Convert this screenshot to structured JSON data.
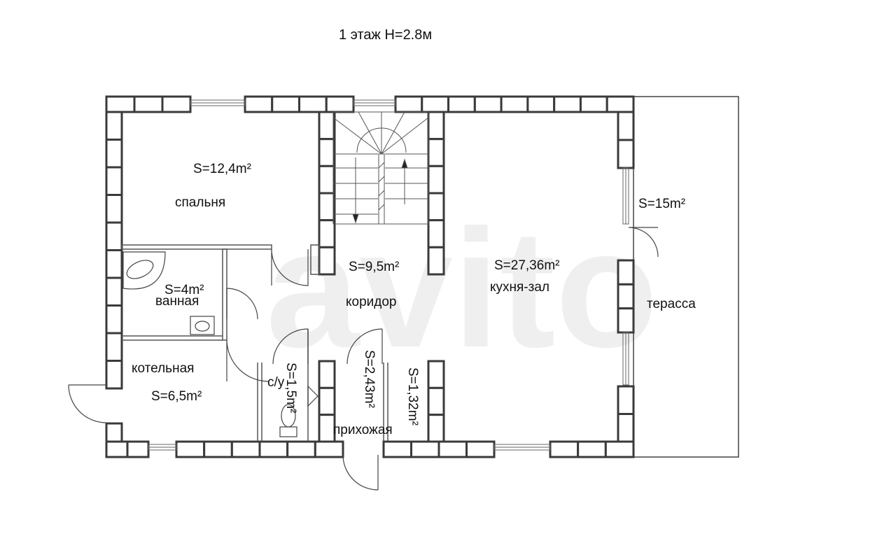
{
  "title": "1 этаж H=2.8м",
  "colors": {
    "ink": "#111111",
    "wall": "#3a3a3a",
    "line": "#555555",
    "paper": "#ffffff",
    "watermark": "#efefef"
  },
  "watermark": "avito",
  "rooms": {
    "bedroom": {
      "area": "S=12,4m²",
      "name": "спальня"
    },
    "bathroom": {
      "area": "S=4m²",
      "name": "ванная"
    },
    "boiler": {
      "area": "S=6,5m²",
      "name": "котельная"
    },
    "corridor": {
      "area": "S=9,5m²",
      "name": "коридор"
    },
    "kitchen": {
      "area": "S=27,36m²",
      "name": "кухня-зал"
    },
    "terrace": {
      "area": "S=15m²",
      "name": "терасса"
    },
    "wc": {
      "area": "S=1,5m²",
      "name": "с/у"
    },
    "hall": {
      "area": "S=2,43m²",
      "name": "прихожая"
    },
    "closet": {
      "area": "S=1,32m²"
    }
  }
}
